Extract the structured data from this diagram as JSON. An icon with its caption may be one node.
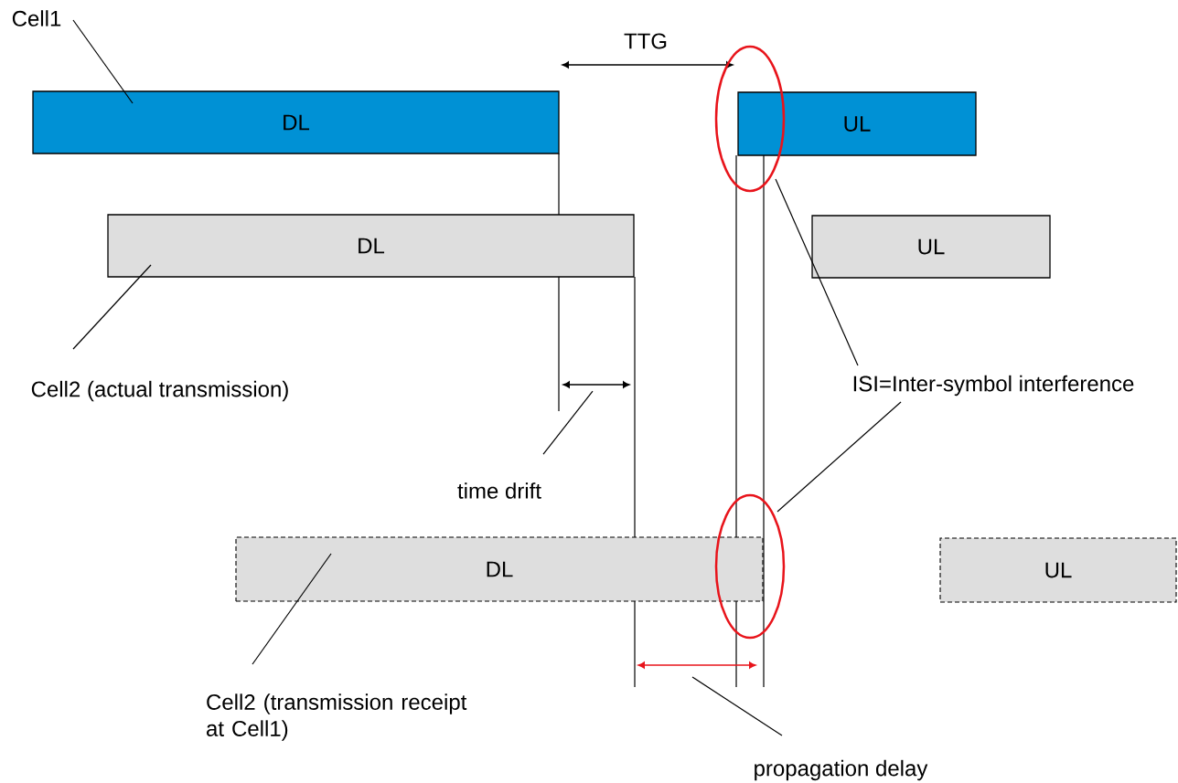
{
  "diagram": {
    "nodes": [
      {
        "text": [
          "Cell1"
        ]
      },
      {
        "text": [
          "DL"
        ]
      },
      {
        "text": [
          "UL"
        ]
      },
      {
        "text": [
          "DL"
        ]
      },
      {
        "text": [
          "UL"
        ]
      },
      {
        "text": [
          "DL"
        ]
      },
      {
        "text": [
          "UL"
        ]
      },
      {
        "text": [
          "Cell2 (actual transmission)"
        ]
      },
      {
        "text": [
          "time drift"
        ]
      },
      {
        "text": [
          "ISI=Inter-symbol interference"
        ]
      },
      {
        "text": [],
        "shape": "ellipse"
      },
      {
        "text": [],
        "shape": "ellipse"
      },
      {
        "text": [
          "Cell2 (transmission receipt at Cell1)"
        ]
      },
      {
        "text": [
          "propagation delay"
        ]
      }
    ],
    "edges": [
      {
        "from": 0,
        "to": 1,
        "arrow": "none"
      },
      {
        "from": 7,
        "to": 3,
        "arrow": "none"
      },
      {
        "from": 8,
        "to": null,
        "arrow": "none"
      },
      {
        "from": 9,
        "to": 10,
        "arrow": "none"
      },
      {
        "from": 9,
        "to": 11,
        "arrow": "none"
      },
      {
        "from": 12,
        "to": 5,
        "arrow": "none"
      },
      {
        "from": 13,
        "to": null,
        "arrow": "none"
      }
    ],
    "labels": [
      "TTG"
    ]
  }
}
